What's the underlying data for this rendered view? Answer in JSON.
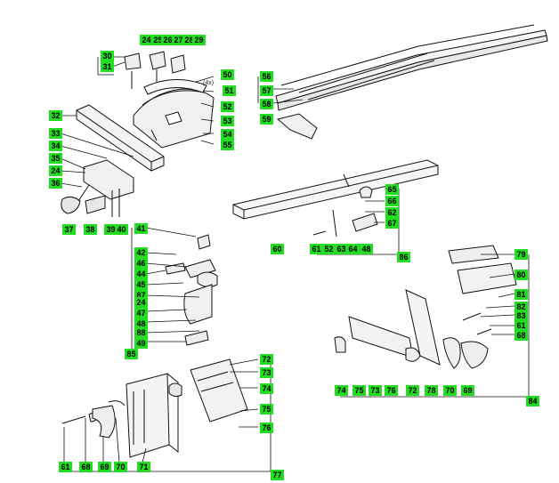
{
  "callouts": [
    "24",
    "25",
    "26",
    "27",
    "28",
    "29",
    "30",
    "31",
    "50",
    "51",
    "52",
    "53",
    "54",
    "55",
    "32",
    "33",
    "34",
    "35",
    "24",
    "36",
    "37",
    "38",
    "39",
    "40",
    "56",
    "57",
    "58",
    "59",
    "60",
    "65",
    "66",
    "62",
    "67",
    "61",
    "52",
    "63",
    "64",
    "48",
    "86",
    "41",
    "42",
    "46",
    "44",
    "45",
    "87",
    "24",
    "47",
    "48",
    "88",
    "49",
    "85",
    "79",
    "80",
    "81",
    "82",
    "83",
    "61",
    "68",
    "74",
    "75",
    "73",
    "76",
    "72",
    "78",
    "70",
    "69",
    "84",
    "72",
    "73",
    "74",
    "75",
    "76",
    "61",
    "68",
    "69",
    "70",
    "71",
    "77"
  ],
  "annotations": {
    "quantity_4x": "(4x)"
  },
  "colors": {
    "callout_bg": "#22dd22",
    "line": "#111111",
    "part_fill": "#f2f2f2"
  }
}
